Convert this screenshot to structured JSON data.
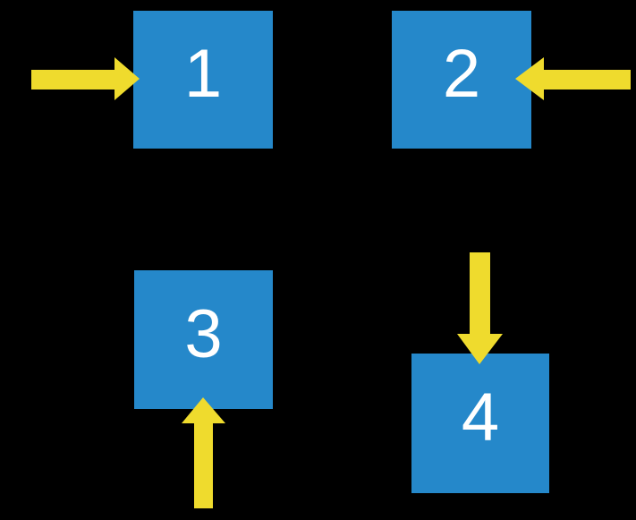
{
  "title": "four numbered squares with direction arrows",
  "colors": {
    "background": "#000000",
    "square": "#2588CA",
    "arrow": "#EFDB2D",
    "label": "#FFFFFF"
  },
  "squares": [
    {
      "label": "1",
      "position": "top-left",
      "arrow": {
        "direction": "right",
        "enters_from": "left"
      }
    },
    {
      "label": "2",
      "position": "top-right",
      "arrow": {
        "direction": "left",
        "enters_from": "right"
      }
    },
    {
      "label": "3",
      "position": "bottom-left",
      "arrow": {
        "direction": "up",
        "enters_from": "bottom"
      }
    },
    {
      "label": "4",
      "position": "bottom-right",
      "arrow": {
        "direction": "down",
        "enters_from": "top"
      }
    }
  ]
}
